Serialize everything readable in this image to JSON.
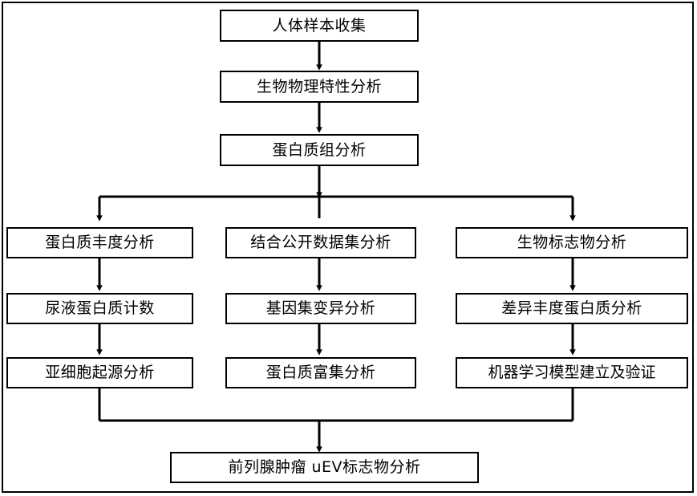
{
  "diagram": {
    "type": "flowchart",
    "orientation": "top-to-bottom",
    "language": "zh-CN",
    "border_color": "#000000",
    "box_fill": "#ffffff",
    "text_color": "#000000",
    "nodes": {
      "sample_collection": "人体样本收集",
      "biophysical_analysis": "生物物理特性分析",
      "proteomic_analysis": "蛋白质组分析",
      "protein_abundance": "蛋白质丰度分析",
      "urine_protein_count": "尿液蛋白质计数",
      "subcellular_origin": "亚细胞起源分析",
      "public_dataset": "结合公开数据集分析",
      "gene_set_variation": "基因集变异分析",
      "protein_enrichment": "蛋白质富集分析",
      "biomarker_analysis": "生物标志物分析",
      "differential_abundance": "差异丰度蛋白质分析",
      "ml_model": "机器学习模型建立及验证",
      "final_output": "前列腺肿瘤 uEV标志物分析"
    }
  }
}
